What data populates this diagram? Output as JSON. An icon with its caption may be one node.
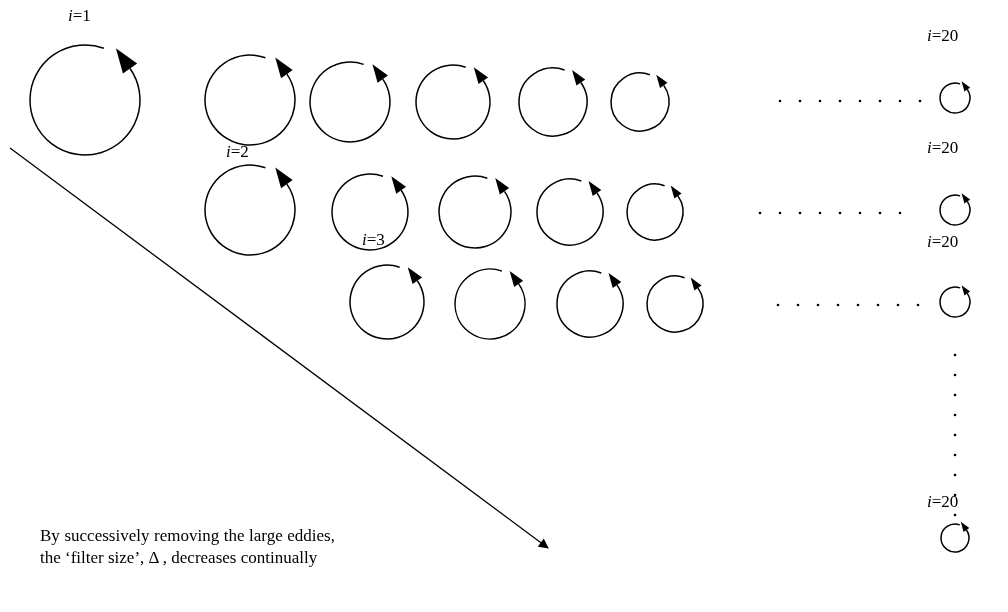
{
  "diagram": {
    "labels": [
      "*i*=1",
      "*i*=20",
      "*i*=2",
      "*i*=20",
      "*i*=3",
      "*i*=20",
      "*i*=20",
      "By successively removing the large eddies, the ‘filter size’, Δ , decreases continually"
    ]
  }
}
